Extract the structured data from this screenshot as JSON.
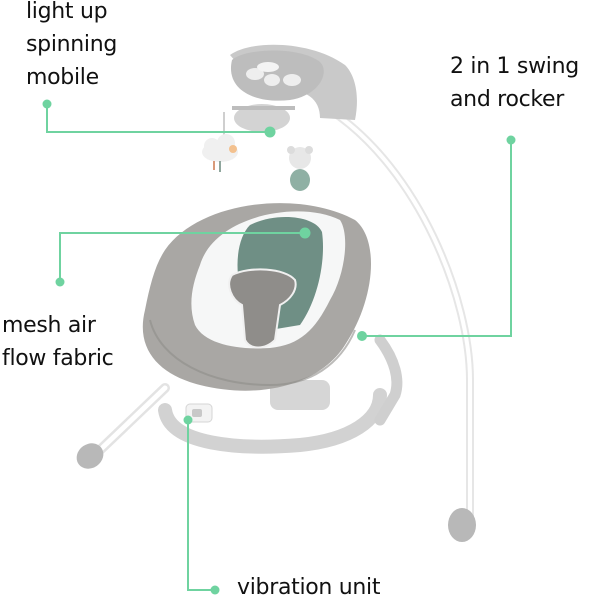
{
  "image": {
    "subject": "baby swing",
    "background_color": "#ffffff",
    "accent_color": "#6fd3a0"
  },
  "callouts": [
    {
      "id": "mobile",
      "lines": [
        "light up",
        "spinning",
        "mobile"
      ],
      "icon": "callout-dot"
    },
    {
      "id": "swing",
      "lines": [
        "2 in 1 swing",
        "and rocker"
      ],
      "icon": "callout-dot"
    },
    {
      "id": "mesh",
      "lines": [
        "mesh air",
        "flow fabric"
      ],
      "icon": "callout-dot"
    },
    {
      "id": "vibration",
      "lines": [
        "vibration unit"
      ],
      "icon": "callout-dot"
    }
  ],
  "colors": {
    "fabric_gray": "#a9a7a4",
    "fabric_dark": "#8f8d8a",
    "frame_white": "#f2f2f2",
    "frame_shadow": "#d9d9d9",
    "foot_gray": "#b8b8b8",
    "mesh_green": "#6f8f85",
    "insert_white": "#f6f7f7",
    "plastic_gray": "#c9c9c9"
  }
}
